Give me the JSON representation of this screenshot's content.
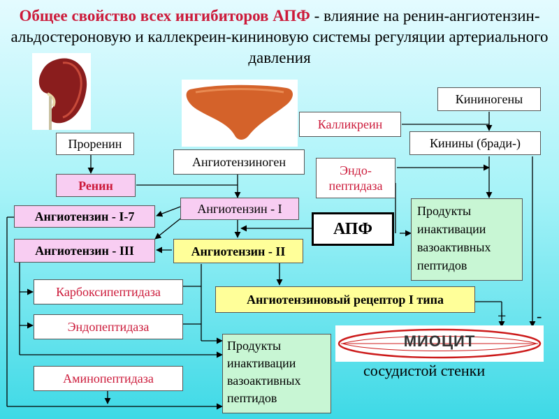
{
  "title": {
    "highlight": "Общее свойство всех ингибиторов АПФ",
    "rest": " - влияние на ренин-ангиотензин-альдостероновую и каллекреин-кининовую системы регуляции артериального давления"
  },
  "boxes": {
    "kininogeny": "Кининогены",
    "kallikrein": "Калликреин",
    "kininy": "Кинины (бради-)",
    "prorenin": "Проренин",
    "angiotensinogen": "Ангиотензиноген",
    "endopeptidase_top": "Эндо-\nпептидаза",
    "renin": "Ренин",
    "angiotensin_1": "Ангиотензин - I",
    "angiotensin_1_7": "Ангиотензин - I-7",
    "apf": "АПФ",
    "products_top": "Продукты\nинактивации\nвазоактивных\nпептидов",
    "angiotensin_3": "Ангиотензин - III",
    "angiotensin_2": "Ангиотензин - II",
    "carboxypeptidase": "Карбоксипептидаза",
    "receptor": "Ангиотензиновый рецептор I типа",
    "endopeptidase": "Эндопептидаза",
    "products_bottom": "Продукты\nинактивации\nвазоактивных\nпептидов",
    "aminopeptidase": "Аминопептидаза"
  },
  "myocyte": {
    "label": "МИОЦИТ",
    "caption": "сосудистой стенки",
    "plus": "+",
    "minus": "-"
  },
  "icons": [
    "kidney-icon",
    "liver-icon"
  ],
  "colors": {
    "red_text": "#cc1a3a",
    "pink_box": "#f8cdf2",
    "yellow_box": "#ffff99",
    "green_box": "#c8f6d4",
    "myocyte_outline": "#cc1a1a"
  }
}
